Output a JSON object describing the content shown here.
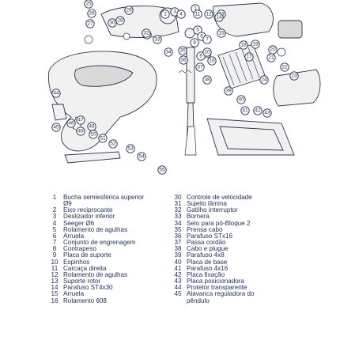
{
  "callouts": [
    "1",
    "2",
    "3",
    "4",
    "5",
    "6",
    "7",
    "8",
    "9",
    "10",
    "11",
    "12",
    "13",
    "14",
    "15",
    "16",
    "17",
    "18",
    "19",
    "20",
    "21",
    "22",
    "23",
    "24",
    "25",
    "26",
    "27",
    "28",
    "29",
    "30",
    "31",
    "32",
    "33",
    "34",
    "35",
    "36",
    "37",
    "38",
    "39",
    "40",
    "41",
    "42",
    "43",
    "44",
    "45",
    "46",
    "47",
    "48",
    "49",
    "50",
    "51",
    "52",
    "53",
    "54",
    "55"
  ],
  "legend": {
    "left": [
      {
        "n": "1",
        "label": "Bucha semiesférica superior",
        "cont": "Ø9"
      },
      {
        "n": "2",
        "label": "Eixo reciprocante"
      },
      {
        "n": "3",
        "label": "Deslizador inferior"
      },
      {
        "n": "4",
        "label": "Seeger Ø6"
      },
      {
        "n": "5",
        "label": "Rolamento de agulhas"
      },
      {
        "n": "6",
        "label": "Arruela"
      },
      {
        "n": "7",
        "label": "Conjunto de engrenagem"
      },
      {
        "n": "8",
        "label": "Contrapeso"
      },
      {
        "n": "9",
        "label": "Placa de suporte"
      },
      {
        "n": "10",
        "label": "Espinhos"
      },
      {
        "n": "11",
        "label": "Carcaça direita"
      },
      {
        "n": "12",
        "label": "Rolamento de agulhas"
      },
      {
        "n": "13",
        "label": "Suporte rotor"
      },
      {
        "n": "14",
        "label": "Parafuso ST4x30"
      },
      {
        "n": "15",
        "label": "Arruela"
      },
      {
        "n": "16",
        "label": "Rolamento 608"
      }
    ],
    "right": [
      {
        "n": "30",
        "label": "Controle de velocidade"
      },
      {
        "n": "31",
        "label": "Sujeito lâmina"
      },
      {
        "n": "32",
        "label": "Gatilho interruptor"
      },
      {
        "n": "33",
        "label": "Bornera"
      },
      {
        "n": "34",
        "label": "Selo para pó-Bloque 2"
      },
      {
        "n": "35",
        "label": "Prensa cabo"
      },
      {
        "n": "36",
        "label": "Parafuso STx16"
      },
      {
        "n": "37",
        "label": "Passa cordão"
      },
      {
        "n": "38",
        "label": "Cabo e plugue"
      },
      {
        "n": "39",
        "label": "Parafuso 4x8"
      },
      {
        "n": "40",
        "label": "Placa de base"
      },
      {
        "n": "41",
        "label": "Parafuso 4x16"
      },
      {
        "n": "42",
        "label": "Placa fixação"
      },
      {
        "n": "43",
        "label": "Placa posicionadora"
      },
      {
        "n": "44",
        "label": "Protetor transparente"
      },
      {
        "n": "45",
        "label": "Alavanca reguladora do",
        "cont": "pêndulo"
      }
    ]
  }
}
